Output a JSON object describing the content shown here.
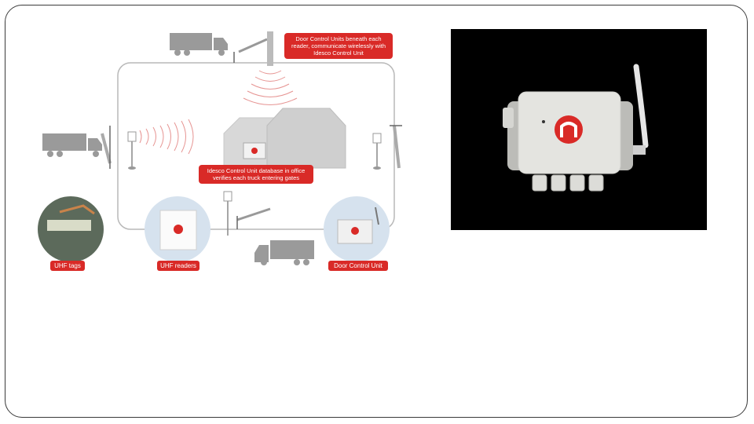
{
  "diagram": {
    "callout_top": "Door Control Units beneath each reader, communicate wirelessly with Idesco Control Unit",
    "callout_center": "Idesco Control Unit database in office verifies each truck entering gates",
    "labels": {
      "uhf_tags": "UHF tags",
      "uhf_readers": "UHF readers",
      "door_control_unit": "Door Control Unit"
    }
  },
  "colors": {
    "brand_red": "#d92a27",
    "photo_bg": "#000000",
    "device_body": "#e8e8e4"
  }
}
